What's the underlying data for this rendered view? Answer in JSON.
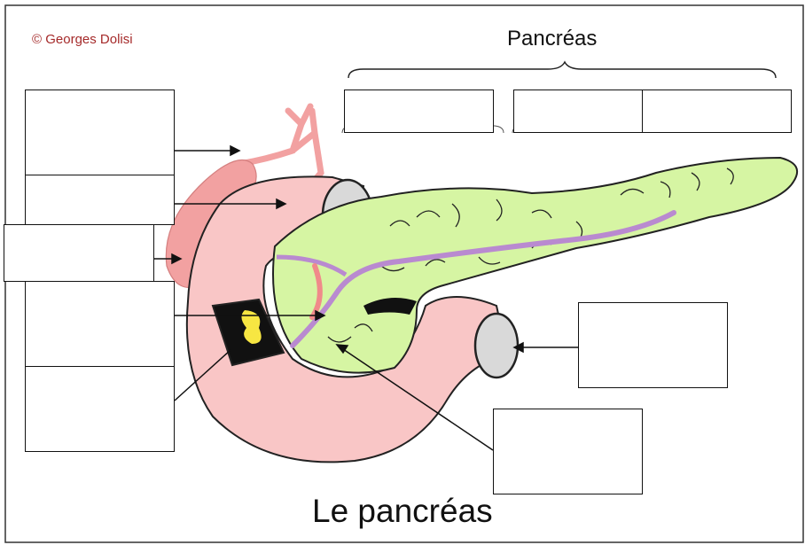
{
  "copyright": "© Georges Dolisi",
  "header_label": "Pancréas",
  "title": "Le pancréas",
  "colors": {
    "pancreas_green": "#d6f5a3",
    "duodenum_pink": "#f9c6c6",
    "gallbladder_pink": "#f2a1a1",
    "duct_purple": "#b98ad0",
    "vessel_red": "#f08a8a",
    "outline": "#111111",
    "copyright_text": "#a52a2a"
  },
  "label_boxes": {
    "left_1": "",
    "left_2": "",
    "left_3": "",
    "left_4": "",
    "left_5": "",
    "top_1": "",
    "top_2": "",
    "top_3": "",
    "right": "",
    "bottom": ""
  }
}
